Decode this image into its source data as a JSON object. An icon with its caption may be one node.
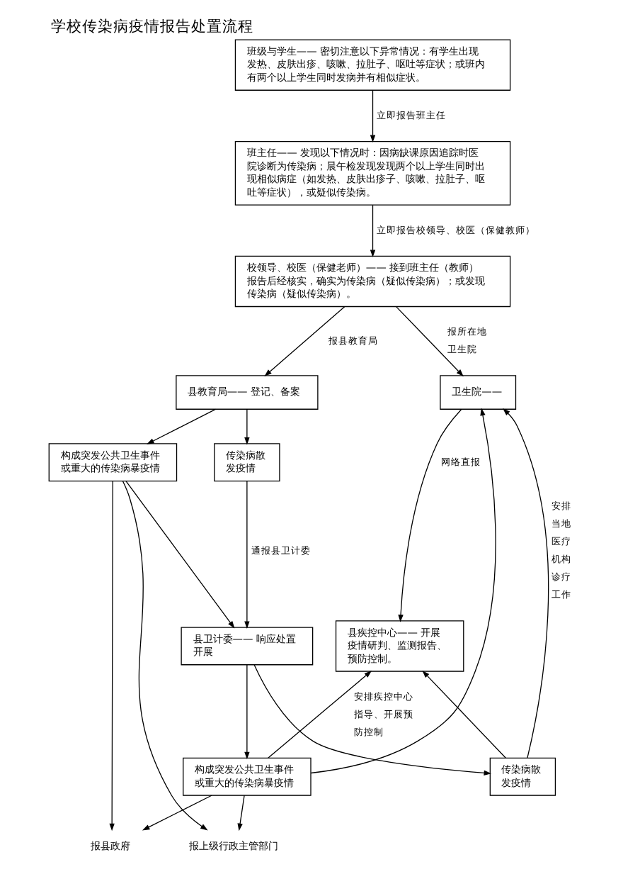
{
  "diagram": {
    "title": "学校传染病疫情报告处置流程",
    "nodes": [
      {
        "text": [
          "班级与学生—— 密切注意以下异常情况：有学生出现发热、皮肤出疹、咳嗽、拉肚子、呕吐等症状；或班内有两个以上学生同时发病并有相似症状。"
        ]
      },
      {
        "text": [
          "班主任—— 发现以下情况时：因病缺课原因追踪时医院诊断为传染病；晨午检发现发现两个以上学生同时出现相似病症（如发热、皮肤出疹子、咳嗽、拉肚子、呕吐等症状），或疑似传染病。"
        ]
      },
      {
        "text": [
          "校领导、校医（保健老师）—— 接到班主任（教师）报告后经核实，确实为传染病（疑似传染病）；或发现传染病（疑似传染病）。"
        ]
      },
      {
        "text": [
          "县教育局—— 登记、备案"
        ]
      },
      {
        "text": [
          "卫生院——"
        ]
      },
      {
        "text": [
          "构成突发公共卫生事件或重大的传染病暴疫情"
        ]
      },
      {
        "text": [
          "传染病散发疫情"
        ]
      },
      {
        "text": [
          "县卫计委—— 响应处置",
          "开展"
        ]
      },
      {
        "text": [
          "县疾控中心—— 开展疫情研判、监测报告、预防控制。"
        ]
      },
      {
        "text": [
          "构成突发公共卫生事件或重大的传染病暴疫情"
        ]
      },
      {
        "text": [
          "传染病散发疫情"
        ]
      },
      {
        "text": [
          "报县政府"
        ]
      },
      {
        "text": [
          "报上级行政主管部门"
        ]
      }
    ],
    "edges": [
      {
        "from": 0,
        "to": 1,
        "arrow": "to",
        "label": "立即报告班主任"
      },
      {
        "from": 1,
        "to": 2,
        "arrow": "to",
        "label": "立即报告校领导、校医（保健教师）"
      },
      {
        "from": 2,
        "to": 3,
        "arrow": "to",
        "label": "报县教育局"
      },
      {
        "from": 2,
        "to": 4,
        "arrow": "to",
        "label": "报所在地卫生院"
      },
      {
        "from": 3,
        "to": 5,
        "arrow": "to"
      },
      {
        "from": 3,
        "to": 6,
        "arrow": "to"
      },
      {
        "from": 5,
        "to": 7,
        "arrow": "to"
      },
      {
        "from": 6,
        "to": 7,
        "arrow": "to",
        "label": "通报县卫计委"
      },
      {
        "from": 4,
        "to": 8,
        "arrow": "to",
        "label": "网络直报"
      },
      {
        "from": 7,
        "to": 9,
        "arrow": "to"
      },
      {
        "from": 7,
        "to": 10,
        "arrow": "to"
      },
      {
        "from": 9,
        "to": 8,
        "arrow": "to",
        "label": "安排疾控中心指导、开展预防控制"
      },
      {
        "from": 10,
        "to": 8,
        "arrow": "to"
      },
      {
        "from": 9,
        "to": 4,
        "arrow": "to"
      },
      {
        "from": 10,
        "to": 4,
        "arrow": "to",
        "label": "安排当地医疗机构诊疗工作"
      },
      {
        "from": 5,
        "to": 11,
        "arrow": "to"
      },
      {
        "from": 5,
        "to": 12,
        "arrow": "to"
      },
      {
        "from": 9,
        "to": 11,
        "arrow": "to"
      },
      {
        "from": 9,
        "to": 12,
        "arrow": "to"
      }
    ]
  }
}
